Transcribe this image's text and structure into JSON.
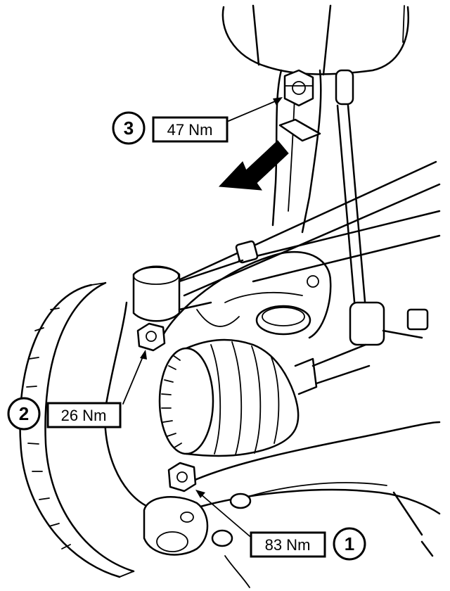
{
  "callouts": [
    {
      "number": "3",
      "torque": "47 Nm"
    },
    {
      "number": "2",
      "torque": "26 Nm"
    },
    {
      "number": "1",
      "torque": "83 Nm"
    }
  ]
}
